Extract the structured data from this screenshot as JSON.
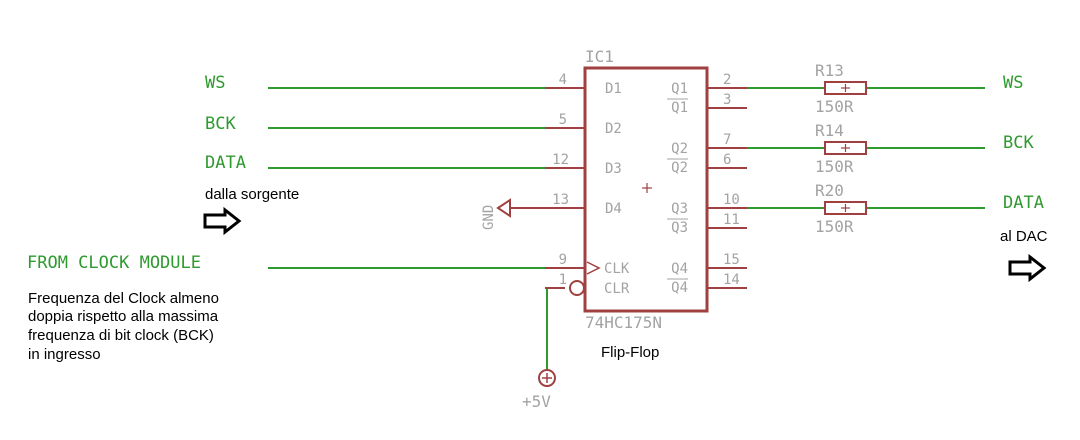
{
  "colors": {
    "wire": "#2f9a2f",
    "body": "#a04040",
    "pin_text": "#a3a3a3",
    "net_text": "#2f9a2f",
    "note_text": "#000000"
  },
  "nets": {
    "ws_in": "WS",
    "bck_in": "BCK",
    "data_in": "DATA",
    "clock_in": "FROM CLOCK MODULE",
    "ws_out": "WS",
    "bck_out": "BCK",
    "data_out": "DATA"
  },
  "ic": {
    "ref": "IC1",
    "value": "74HC175N",
    "caption": "Flip-Flop",
    "left_pins": [
      {
        "num": "4",
        "name": "D1"
      },
      {
        "num": "5",
        "name": "D2"
      },
      {
        "num": "12",
        "name": "D3"
      },
      {
        "num": "13",
        "name": "D4"
      },
      {
        "num": "9",
        "name": "CLK"
      },
      {
        "num": "1",
        "name": "CLR"
      }
    ],
    "right_pins": [
      {
        "num": "2",
        "name": "Q1"
      },
      {
        "num": "3",
        "name": "Q1"
      },
      {
        "num": "7",
        "name": "Q2"
      },
      {
        "num": "6",
        "name": "Q2"
      },
      {
        "num": "10",
        "name": "Q3"
      },
      {
        "num": "11",
        "name": "Q3"
      },
      {
        "num": "15",
        "name": "Q4"
      },
      {
        "num": "14",
        "name": "Q4"
      }
    ]
  },
  "resistors": [
    {
      "ref": "R13",
      "value": "150R"
    },
    {
      "ref": "R14",
      "value": "150R"
    },
    {
      "ref": "R20",
      "value": "150R"
    }
  ],
  "power": {
    "gnd": "GND",
    "vcc": "+5V"
  },
  "notes": {
    "source": "dalla sorgente",
    "dac": "al DAC",
    "clock_line1": "Frequenza del Clock almeno",
    "clock_line2": "doppia rispetto alla massima",
    "clock_line3": "frequenza di bit clock (BCK)",
    "clock_line4": "in ingresso"
  },
  "icons": {
    "arrow_left": "right-arrow-icon",
    "arrow_right": "right-arrow-icon",
    "power_symbol": "power-plus-icon",
    "ground_symbol": "ground-icon"
  }
}
